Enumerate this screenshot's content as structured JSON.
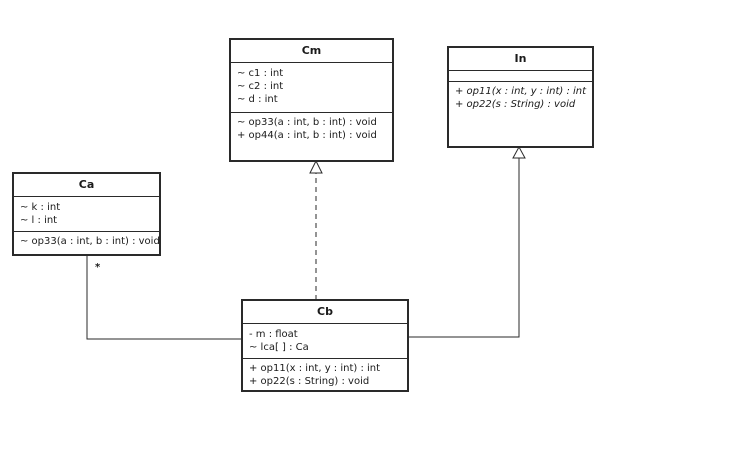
{
  "classes": {
    "cm": {
      "name": "Cm",
      "attributes": [
        "~ c1 : int",
        "~ c2 : int",
        "~ d : int"
      ],
      "operations": [
        "~ op33(a : int, b : int) : void",
        "+ op44(a : int, b : int) : void"
      ]
    },
    "in": {
      "name": "In",
      "attributes": [],
      "operations": [
        "+ op11(x : int, y : int) : int",
        "+ op22(s : String) : void"
      ]
    },
    "ca": {
      "name": "Ca",
      "attributes": [
        "~ k : int",
        "~ l : int"
      ],
      "operations": [
        "~ op33(a : int, b : int) : void"
      ]
    },
    "cb": {
      "name": "Cb",
      "attributes": [
        "- m : float",
        "~ lca[ ] : Ca"
      ],
      "operations": [
        "+ op11(x : int, y : int) : int",
        "+ op22(s : String) : void"
      ]
    }
  },
  "relationships": {
    "ca_cb_multiplicity": "*"
  }
}
